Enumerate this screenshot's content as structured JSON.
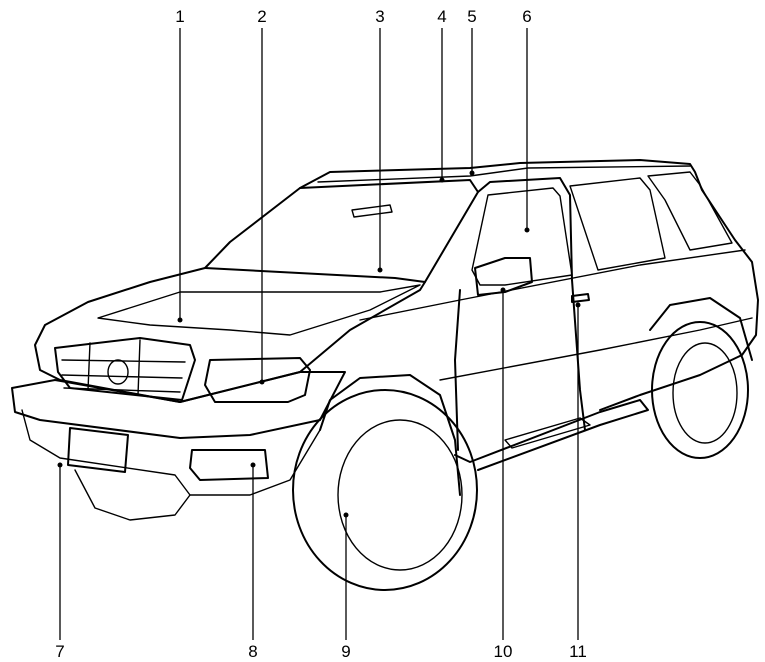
{
  "callouts": [
    {
      "label": "1"
    },
    {
      "label": "2"
    },
    {
      "label": "3"
    },
    {
      "label": "4"
    },
    {
      "label": "5"
    },
    {
      "label": "6"
    },
    {
      "label": "7"
    },
    {
      "label": "8"
    },
    {
      "label": "9"
    },
    {
      "label": "10"
    },
    {
      "label": "11"
    }
  ]
}
